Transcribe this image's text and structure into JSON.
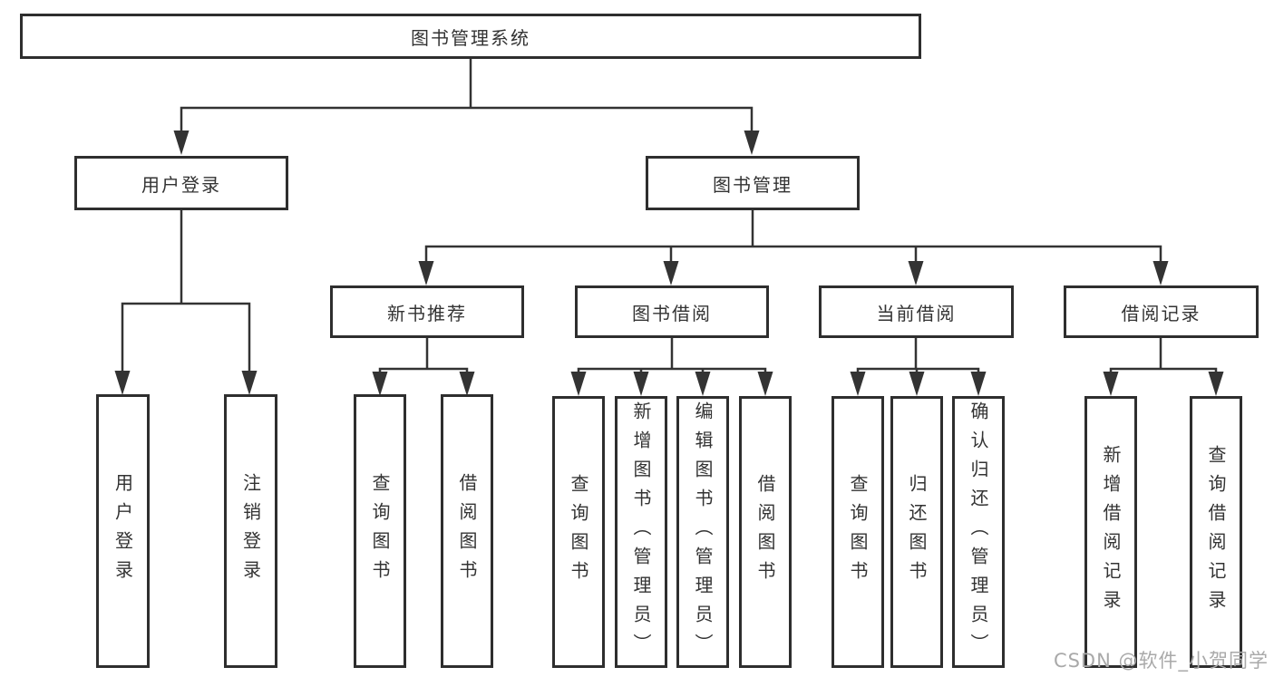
{
  "tree": {
    "label": "图书管理系统",
    "children": [
      {
        "label": "用户登录",
        "children": [
          {
            "label": "用户登录"
          },
          {
            "label": "注销登录"
          }
        ]
      },
      {
        "label": "图书管理",
        "children": [
          {
            "label": "新书推荐",
            "children": [
              {
                "label": "查询图书"
              },
              {
                "label": "借阅图书"
              }
            ]
          },
          {
            "label": "图书借阅",
            "children": [
              {
                "label": "查询图书"
              },
              {
                "label": "新增图书（管理员）"
              },
              {
                "label": "编辑图书（管理员）"
              },
              {
                "label": "借阅图书"
              }
            ]
          },
          {
            "label": "当前借阅",
            "children": [
              {
                "label": "查询图书"
              },
              {
                "label": "归还图书"
              },
              {
                "label": "确认归还（管理员）"
              }
            ]
          },
          {
            "label": "借阅记录",
            "children": [
              {
                "label": "新增借阅记录"
              },
              {
                "label": "查询借阅记录"
              }
            ]
          }
        ]
      }
    ]
  },
  "watermark": {
    "text": "CSDN @软件_小贺同学"
  },
  "colors": {
    "line": "#333333",
    "box_border": "#2e2e2e",
    "text": "#333333",
    "watermark_text": "#a9a9a9",
    "background": "#ffffff"
  }
}
